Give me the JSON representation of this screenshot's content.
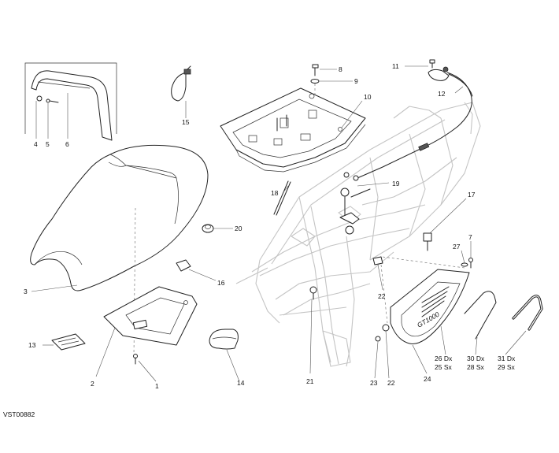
{
  "diagram": {
    "code": "VST00882",
    "labels": {
      "l1": "1",
      "l2": "2",
      "l3": "3",
      "l4": "4",
      "l5": "5",
      "l6": "6",
      "l7": "7",
      "l8": "8",
      "l9": "9",
      "l10": "10",
      "l11": "11",
      "l12": "12",
      "l13": "13",
      "l14": "14",
      "l15": "15",
      "l16": "16",
      "l17": "17",
      "l18": "18",
      "l19": "19",
      "l20": "20",
      "l21": "21",
      "l22a": "22",
      "l22b": "22",
      "l23": "23",
      "l24": "24",
      "l26": "26 Dx",
      "l25": "25 Sx",
      "l27": "27",
      "l30": "30 Dx",
      "l28": "28 Sx",
      "l31": "31 Dx",
      "l29": "29 Sx"
    }
  }
}
